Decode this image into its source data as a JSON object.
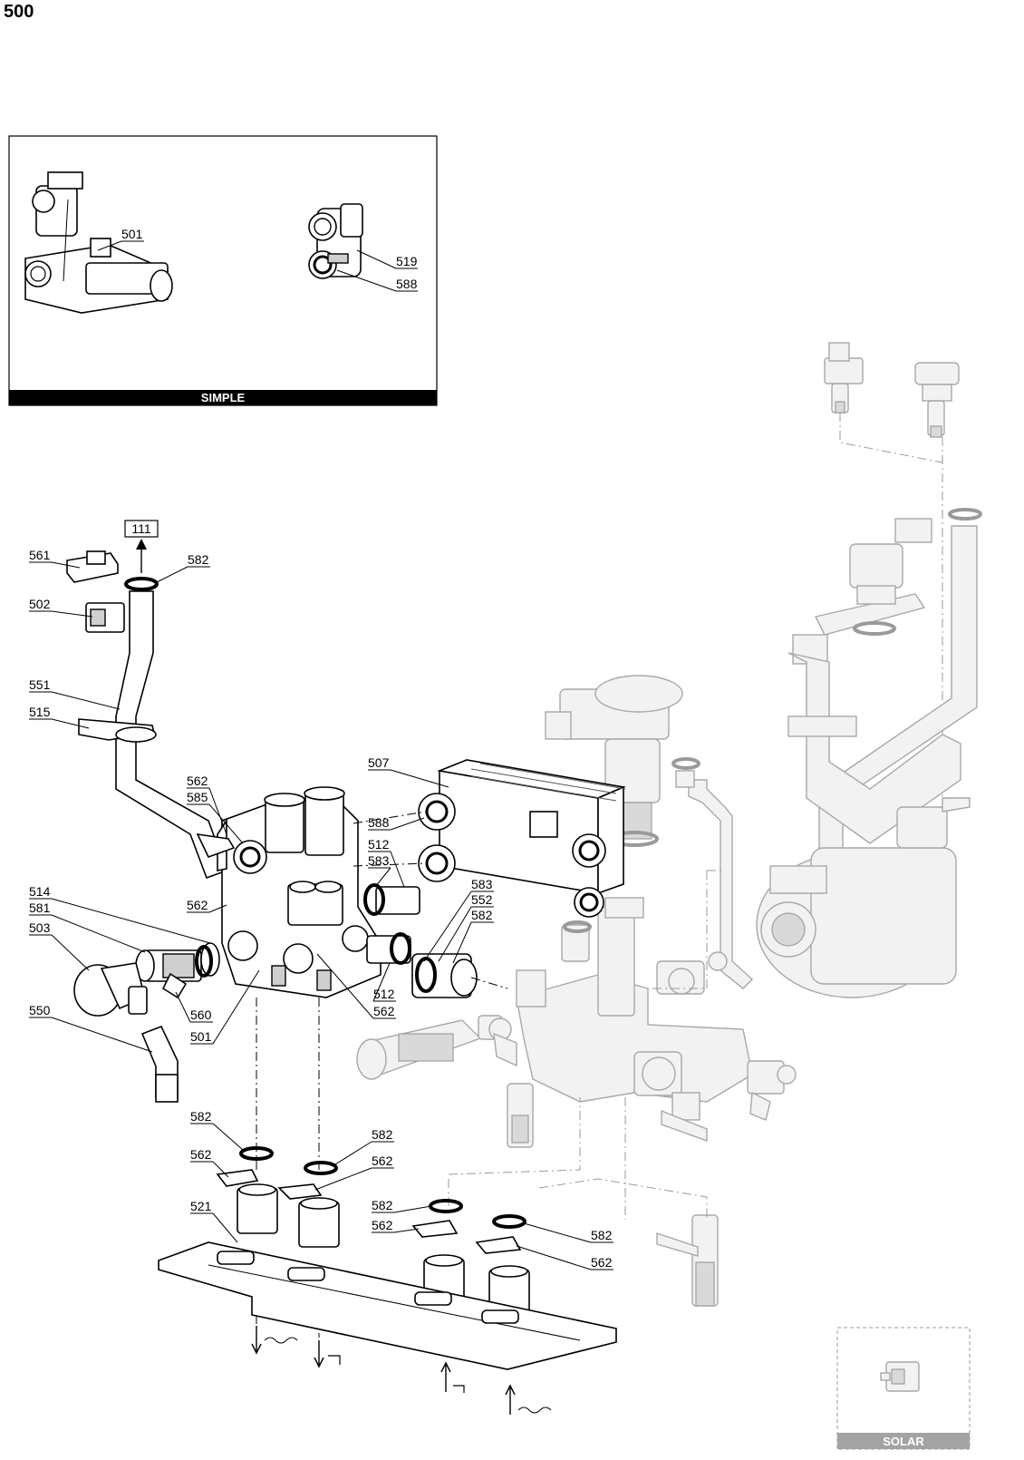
{
  "page_number": "500",
  "inset_simple": {
    "caption": "SIMPLE",
    "labels": [
      "501",
      "519",
      "588"
    ]
  },
  "inset_solar": {
    "caption": "SOLAR"
  },
  "reference_box": "111",
  "labels": {
    "l561": "561",
    "l582a": "582",
    "l502": "502",
    "l551": "551",
    "l515": "515",
    "l562a": "562",
    "l585": "585",
    "l507": "507",
    "l588": "588",
    "l512a": "512",
    "l583a": "583",
    "l514": "514",
    "l581": "581",
    "l503": "503",
    "l562b": "562",
    "l583b": "583",
    "l552": "552",
    "l582b": "582",
    "l512b": "512",
    "l562c": "562",
    "l560": "560",
    "l550": "550",
    "l501": "501",
    "l582c": "582",
    "l562d": "562",
    "l582d": "582",
    "l562e": "562",
    "l521": "521",
    "l582e": "582",
    "l562f": "562",
    "l582f": "582",
    "l562g": "562"
  }
}
